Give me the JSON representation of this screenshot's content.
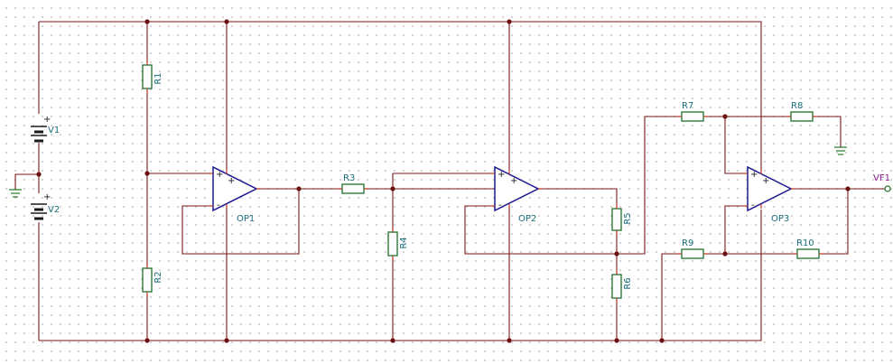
{
  "diagram": {
    "sources": [
      "V1",
      "V2"
    ],
    "resistors": [
      "R1",
      "R2",
      "R3",
      "R4",
      "R5",
      "R6",
      "R7",
      "R8",
      "R9",
      "R10"
    ],
    "opamps": [
      "OP1",
      "OP2",
      "OP3"
    ],
    "output_label": "VF1",
    "pin_plus": "+",
    "pin_minus": "-"
  }
}
